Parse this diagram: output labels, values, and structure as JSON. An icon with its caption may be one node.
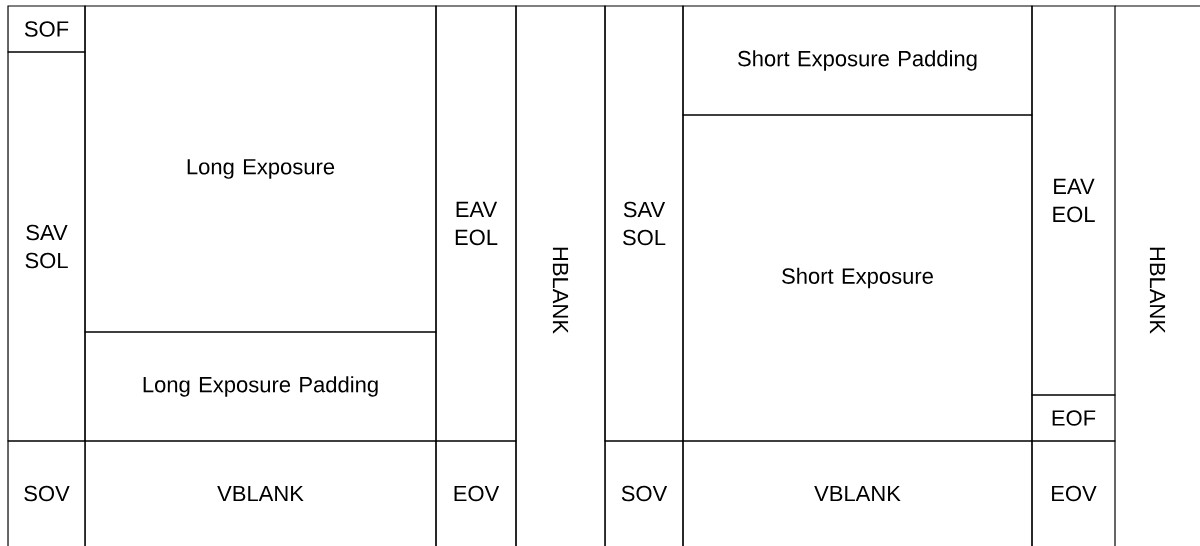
{
  "diagram": {
    "nodes": [
      {
        "text": [
          "SOF"
        ]
      },
      {
        "text": [
          "SAV SOL"
        ]
      },
      {
        "text": [
          "Long Exposure"
        ]
      },
      {
        "text": [
          "Long Exposure Padding"
        ]
      },
      {
        "text": [
          "EAV EOL"
        ]
      },
      {
        "text": [
          "HBLANK"
        ]
      },
      {
        "text": [
          "SAV SOL"
        ]
      },
      {
        "text": [
          "Short Exposure Padding"
        ]
      },
      {
        "text": [
          "Short Exposure"
        ]
      },
      {
        "text": [
          "EAV EOL"
        ]
      },
      {
        "text": [
          "EOF"
        ]
      },
      {
        "text": [
          "SOV"
        ]
      },
      {
        "text": [
          "VBLANK"
        ]
      },
      {
        "text": [
          "EOV"
        ]
      },
      {
        "text": [
          "SOV"
        ]
      },
      {
        "text": [
          "VBLANK"
        ]
      },
      {
        "text": [
          "EOV"
        ]
      },
      {
        "text": [
          "HBLANK"
        ]
      }
    ]
  }
}
